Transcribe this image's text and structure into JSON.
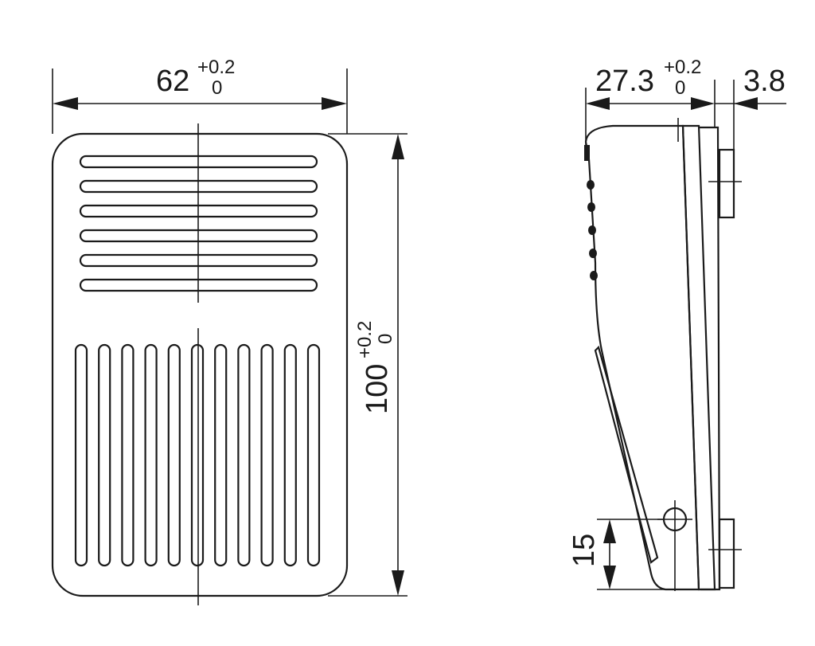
{
  "front_view": {
    "width_dim": {
      "value": "62",
      "tol_upper": "+0.2",
      "tol_lower": "0"
    },
    "height_dim": {
      "value": "100",
      "tol_upper": "+0.2",
      "tol_lower": "0"
    },
    "horizontal_slot_count": 6,
    "vertical_slot_count": 11
  },
  "side_view": {
    "depth_dim": {
      "value": "27.3",
      "tol_upper": "+0.2",
      "tol_lower": "0"
    },
    "offset_dim": {
      "value": "3.8"
    },
    "height_dim": {
      "value": "15"
    }
  }
}
